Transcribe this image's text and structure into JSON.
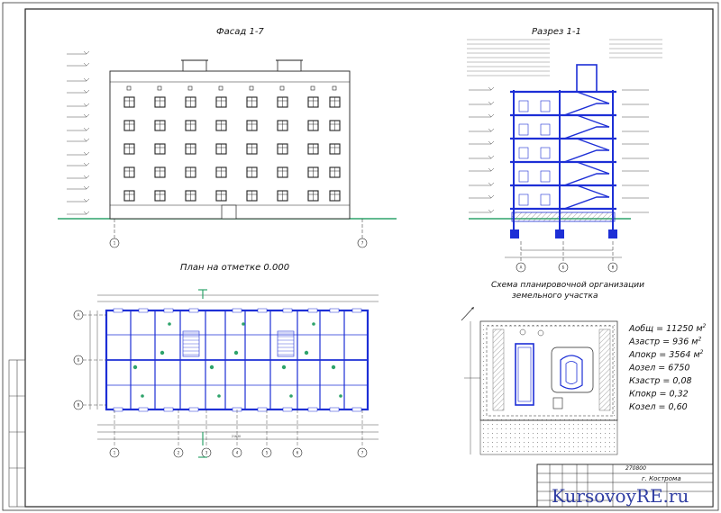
{
  "sheet": {
    "titles": {
      "facade": "Фасад 1-7",
      "section": "Разрез 1-1",
      "plan": "План на отметке 0.000",
      "site_line1": "Схема планировочной организации",
      "site_line2": "земельного участка"
    },
    "facade_axes": [
      "1",
      "7"
    ],
    "section_axes": [
      "А",
      "Б",
      "В"
    ],
    "plan_axes_bottom": [
      "1",
      "2",
      "3",
      "4",
      "5",
      "6",
      "7"
    ],
    "plan_axes_left": [
      "А",
      "Б",
      "В"
    ],
    "plan_overall_dim": "21630",
    "stats": [
      {
        "label": "Аобщ = 11250 м",
        "sup": "2"
      },
      {
        "label": "Азастр = 936 м",
        "sup": "2"
      },
      {
        "label": "Апокр = 3564 м",
        "sup": "2"
      },
      {
        "label": "Аозел = 6750",
        "sup": ""
      },
      {
        "label": "Кзастр = 0,08",
        "sup": ""
      },
      {
        "label": "Кпокр = 0,32",
        "sup": ""
      },
      {
        "label": "Козел = 0,60",
        "sup": ""
      }
    ],
    "stamp": {
      "code": "270800",
      "city": "г. Кострома"
    },
    "watermark": "KursovoyRE.ru",
    "colors": {
      "accent": "#1d2fd6",
      "green": "#2ea36b",
      "line": "#222222",
      "watermark": "#1a2a9a"
    }
  }
}
